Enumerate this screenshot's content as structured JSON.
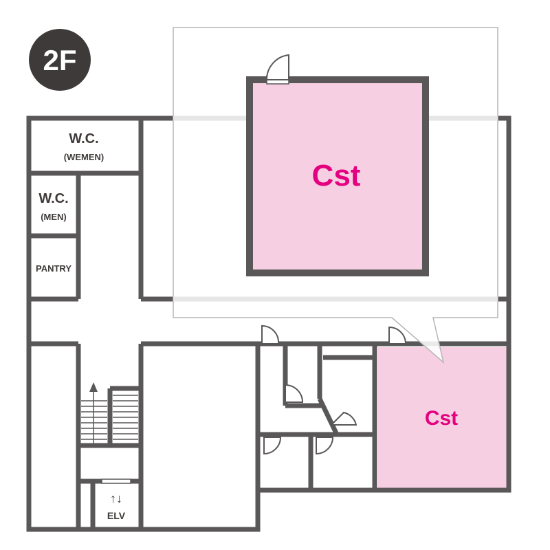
{
  "floor_badge": {
    "label": "2F",
    "bg_color": "#3e3a39",
    "text_color": "#ffffff"
  },
  "rooms": {
    "wc_women": {
      "title": "W.C.",
      "sub": "(WEMEN)"
    },
    "wc_men": {
      "title": "W.C.",
      "sub": "(MEN)"
    },
    "pantry": {
      "label": "PANTRY"
    },
    "elevator": {
      "arrows": "↑↓",
      "label": "ELV"
    }
  },
  "highlighted_room": {
    "label": "Cst",
    "fill_color": "#f7cfe2",
    "text_color": "#e4007f"
  },
  "zoom_callout": {
    "label": "Cst"
  },
  "colors": {
    "wall": "#595757",
    "callout_border": "#b5b5b6"
  }
}
